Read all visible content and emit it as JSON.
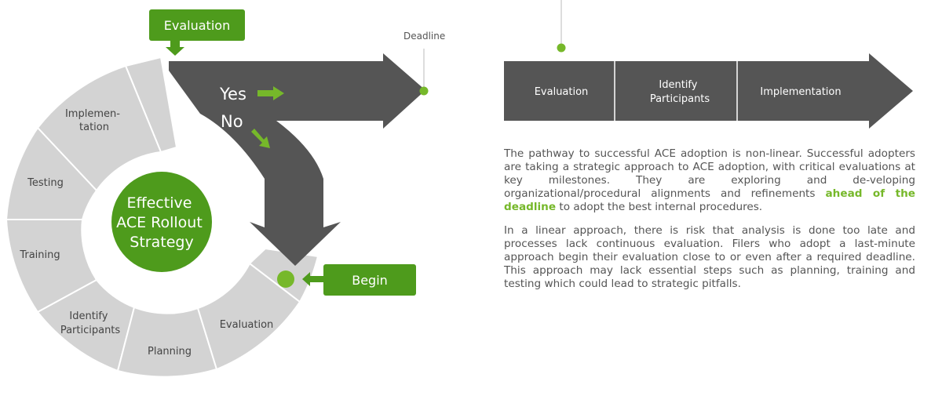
{
  "colors": {
    "green": "#4e9b1c",
    "bright_green": "#76b82a",
    "dark_gray": "#555555",
    "light_gray": "#d3d3d3",
    "text_gray": "#555555"
  },
  "cycle": {
    "center": {
      "line1": "Effective",
      "line2": "ACE Rollout",
      "line3": "Strategy"
    },
    "segments": {
      "implementation": {
        "line1": "Implemen-",
        "line2": "tation"
      },
      "testing": "Testing",
      "training": "Training",
      "identify": {
        "line1": "Identify",
        "line2": "Participants"
      },
      "planning": "Planning",
      "evaluation": "Evaluation"
    },
    "top_callout": "Evaluation",
    "begin_callout": "Begin",
    "yes": "Yes",
    "no": "No",
    "deadline": "Deadline"
  },
  "linear": {
    "steps": [
      {
        "line1": "Evaluation",
        "line2": ""
      },
      {
        "line1": "Identify",
        "line2": "Participants"
      },
      {
        "line1": "Implementation",
        "line2": ""
      }
    ]
  },
  "text": {
    "p1_before": "The pathway to successful ACE adoption is non-linear.  Successful adopters are taking a strategic approach to ACE adoption, with critical evaluations at key milestones. They are exploring and de-veloping organizational/procedural alignments and refinements ",
    "p1_highlight": "ahead of the deadline",
    "p1_after": " to adopt the best internal procedures.",
    "p2": "In a linear approach, there is risk that analysis is done too late and processes lack continuous evaluation. Filers who adopt a last-minute approach begin their evaluation close to or even after a required deadline. This approach may lack essential steps such as planning, training and testing which could lead to strategic pitfalls."
  }
}
